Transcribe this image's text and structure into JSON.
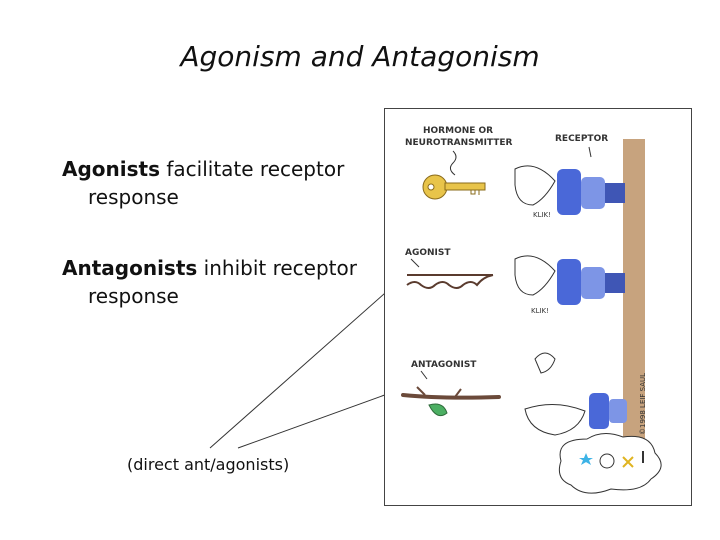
{
  "slide": {
    "title": "Agonism and Antagonism",
    "bullets": [
      {
        "term": "Agonists",
        "text_line1": " facilitate receptor",
        "text_line2": "response"
      },
      {
        "term": "Antagonists",
        "text_line1": " inhibit receptor",
        "text_line2": "response"
      }
    ],
    "caption": "(direct ant/agonists)"
  },
  "cartoon": {
    "label_hormone_1": "HORMONE OR",
    "label_hormone_2": "NEUROTRANSMITTER",
    "label_receptor": "RECEPTOR",
    "label_agonist": "AGONIST",
    "label_antagonist": "ANTAGONIST",
    "sound_1": "KLIK!",
    "sound_2": "KLIK!",
    "copyright": "©1998 LEIF SAUL"
  },
  "colors": {
    "knob": "#4a68d8",
    "door": "#b98c5e",
    "key": "#e8c44a",
    "leaf": "#4caf63",
    "twig": "#6b4a3a"
  }
}
